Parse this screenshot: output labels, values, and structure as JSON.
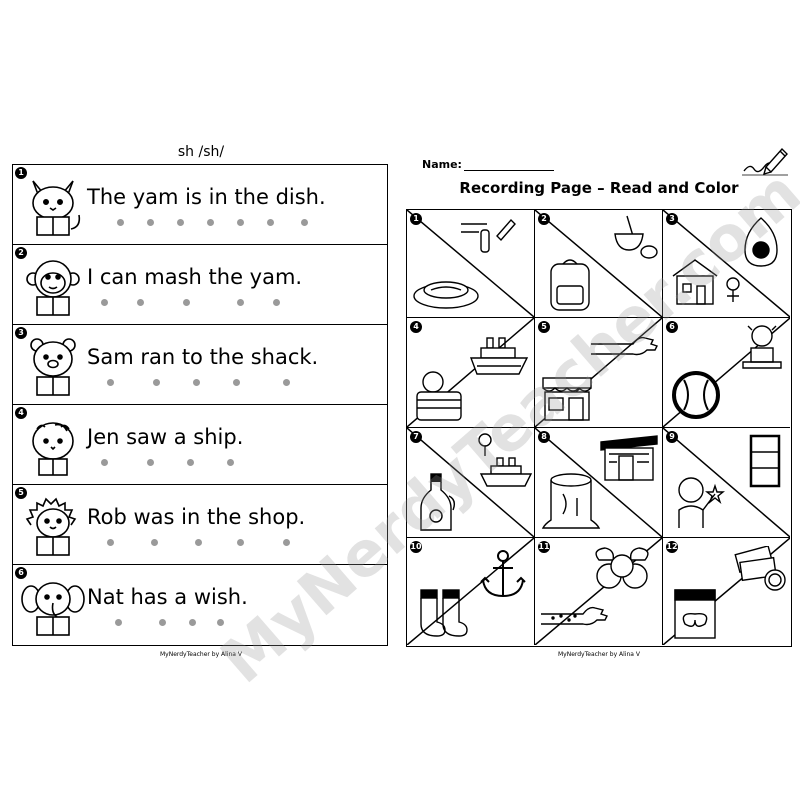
{
  "left_page": {
    "heading": "sh /sh/",
    "strips": [
      {
        "number": "1",
        "sentence": "The yam is in the dish.",
        "animal_icon": "cat-reading-icon",
        "dot_count": 7
      },
      {
        "number": "2",
        "sentence": "I can mash the yam.",
        "animal_icon": "monkey-reading-icon",
        "dot_count": 5
      },
      {
        "number": "3",
        "sentence": "Sam ran to the shack.",
        "animal_icon": "bear-reading-icon",
        "dot_count": 5
      },
      {
        "number": "4",
        "sentence": "Jen saw a ship.",
        "animal_icon": "hamster-reading-icon",
        "dot_count": 4
      },
      {
        "number": "5",
        "sentence": "Rob was in the shop.",
        "animal_icon": "hedgehog-reading-icon",
        "dot_count": 5
      },
      {
        "number": "6",
        "sentence": "Nat has a wish.",
        "animal_icon": "elephant-reading-icon",
        "dot_count": 4
      }
    ],
    "footer": "MyNerdyTeacher by Alina V"
  },
  "right_page": {
    "name_label": "Name:",
    "title": "Recording Page – Read and Color",
    "cells": [
      {
        "number": "1",
        "icons": [
          "yam-on-plate-icon",
          "finger-swipe-icon"
        ]
      },
      {
        "number": "2",
        "icons": [
          "backpack-icon",
          "mashing-bowl-icon"
        ]
      },
      {
        "number": "3",
        "icons": [
          "shack-house-icon",
          "avocado-icon"
        ]
      },
      {
        "number": "4",
        "icons": [
          "child-in-bed-icon",
          "ship-icon"
        ]
      },
      {
        "number": "5",
        "icons": [
          "shop-storefront-icon",
          "arm-icon"
        ]
      },
      {
        "number": "6",
        "icons": [
          "baseball-icon",
          "girl-at-table-icon"
        ]
      },
      {
        "number": "7",
        "icons": [
          "cider-bottle-icon",
          "ship-icon"
        ]
      },
      {
        "number": "8",
        "icons": [
          "tree-stump-icon",
          "shed-icon"
        ]
      },
      {
        "number": "9",
        "icons": [
          "boy-with-wand-icon",
          "window-icon"
        ]
      },
      {
        "number": "10",
        "icons": [
          "socks-feet-icon",
          "anchor-icon"
        ]
      },
      {
        "number": "11",
        "icons": [
          "arm-rash-icon",
          "blueberries-icon"
        ]
      },
      {
        "number": "12",
        "icons": [
          "pretzel-bag-icon",
          "cash-icon"
        ]
      }
    ],
    "footer": "MyNerdyTeacher by Alina V"
  },
  "watermark": "MyNerdyTeacher.com"
}
